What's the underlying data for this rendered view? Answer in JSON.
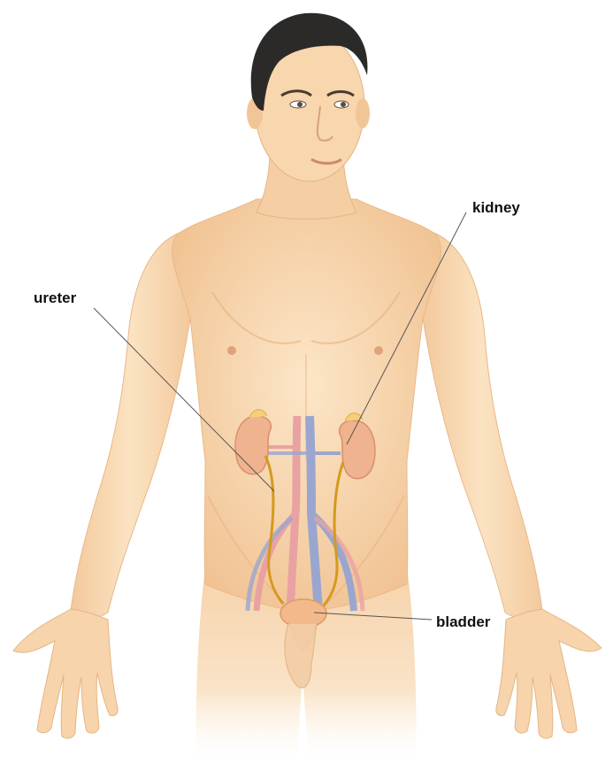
{
  "labels": {
    "kidney": "kidney",
    "ureter": "ureter",
    "bladder": "bladder"
  },
  "colors": {
    "skin": "#f9dcb4",
    "skin_shadow": "#eab98a",
    "hair": "#2c2a29",
    "kidney": "#efb38f",
    "ureter": "#d49a1d",
    "vein": "#9aa6cf",
    "artery": "#e9a2a2",
    "bladder": "#f3b98a",
    "leader_line": "#555555"
  }
}
